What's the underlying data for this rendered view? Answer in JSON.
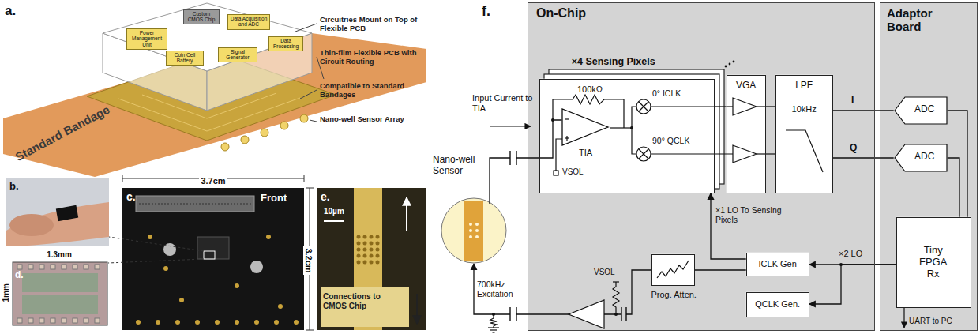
{
  "diagram": {
    "nodes": [
      {
        "text": [
          "On-Chip"
        ]
      },
      {
        "text": [
          "×4 Sensing Pixels"
        ],
        "in": 0
      },
      {
        "text": [
          "TIA"
        ],
        "in": 1
      },
      {
        "text": [
          "VGA"
        ],
        "in": 0
      },
      {
        "text": [
          "LPF",
          "10kHz"
        ],
        "in": 0
      },
      {
        "text": [
          "ICLK Gen"
        ],
        "in": 0
      },
      {
        "text": [
          "QCLK Gen."
        ],
        "in": 0
      },
      {
        "text": [
          "Prog. Atten."
        ],
        "in": 0
      },
      {
        "text": [
          "Adaptor Board"
        ]
      },
      {
        "text": [
          "ADC"
        ],
        "in": 8
      },
      {
        "text": [
          "ADC"
        ],
        "in": 8
      },
      {
        "text": [
          "Tiny FPGA Rx"
        ],
        "in": 8
      },
      {
        "text": [
          "Nano-well Sensor"
        ]
      },
      {
        "text": [
          "Power Management Unit"
        ]
      },
      {
        "text": [
          "Custom CMOS Chip"
        ]
      },
      {
        "text": [
          "Data Acquisition and ADC"
        ]
      },
      {
        "text": [
          "Data Processing"
        ]
      },
      {
        "text": [
          "Coin Cell Battery"
        ]
      },
      {
        "text": [
          "Signal Generator"
        ]
      }
    ],
    "edges": [
      {
        "from": 12,
        "to": 2,
        "arrow": "none"
      },
      {
        "from": 1,
        "to": 3,
        "arrow": "none"
      },
      {
        "from": 3,
        "to": 4,
        "arrow": "none"
      },
      {
        "from": 4,
        "to": 9,
        "label": "I",
        "arrow": "none"
      },
      {
        "from": 4,
        "to": 10,
        "label": "Q",
        "arrow": "none"
      },
      {
        "from": 9,
        "to": 11,
        "arrow": "none"
      },
      {
        "from": 10,
        "to": 11,
        "arrow": "none"
      },
      {
        "from": 11,
        "to": 5,
        "label": "×2 LO",
        "arrow": "to"
      },
      {
        "from": 11,
        "to": 6,
        "arrow": "to"
      },
      {
        "from": 5,
        "to": 1,
        "label": "×1 LO To Sensing Pixels",
        "arrow": "to"
      },
      {
        "from": 5,
        "to": 7,
        "arrow": "none"
      },
      {
        "from": 7,
        "to": 12,
        "label": "700kHz Excitation",
        "arrow": "to"
      }
    ],
    "labels": [
      "a.",
      "b.",
      "c.",
      "d.",
      "e.",
      "f.",
      "Circuitries Mount on Top of Flexible PCB",
      "Thin-film Flexible PCB with Circuit Routing",
      "Compatible to Standard Bandages",
      "Nano-well Sensor Array",
      "Standard Bandage",
      "3.7cm",
      "3.2cm",
      "Front",
      "1.3mm",
      "1mm",
      "10µm",
      "Connections to CMOS Chip",
      "Input Current to TIA",
      "100kΩ",
      "0° ICLK",
      "90° QCLK",
      "VSOL",
      "VSOL",
      "UART to PC"
    ]
  }
}
